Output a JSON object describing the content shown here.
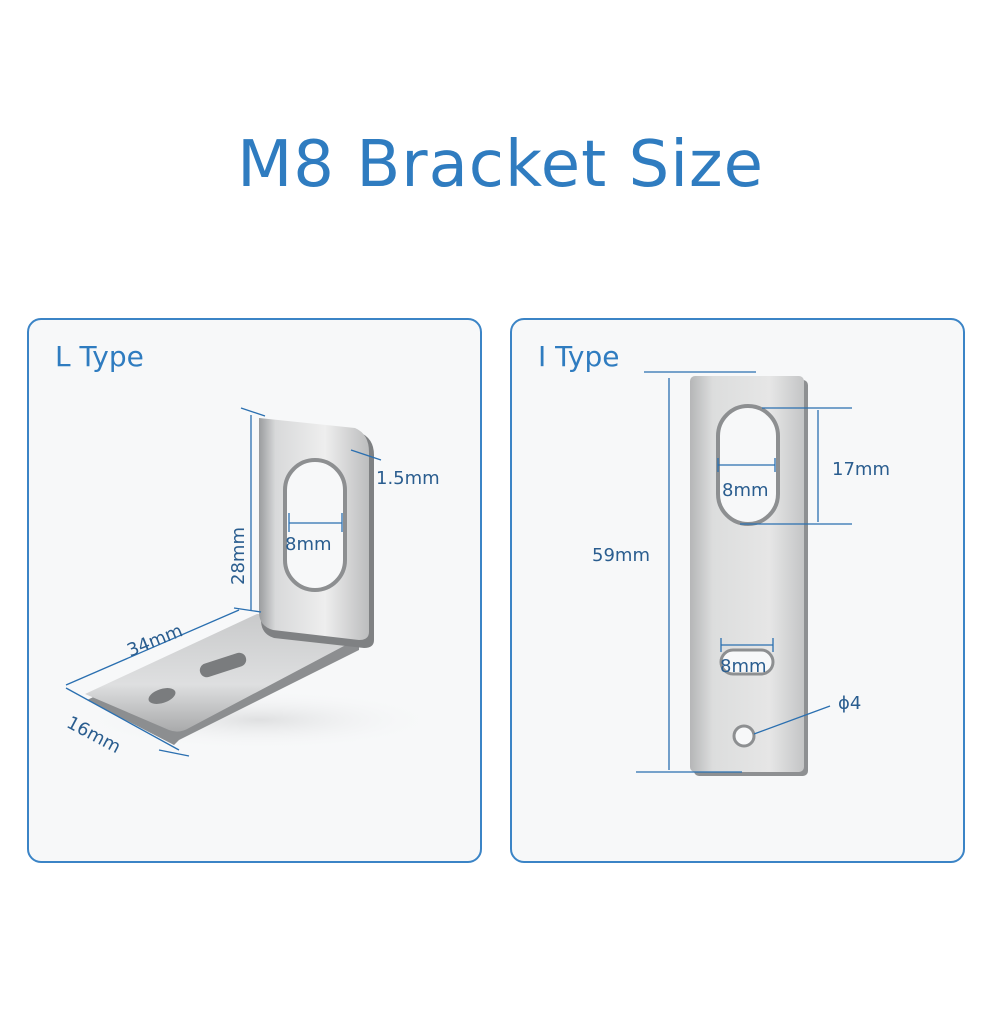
{
  "title": "M8 Bracket Size",
  "colors": {
    "accent": "#2f7cc0",
    "border": "#3b84c6",
    "dimension": "#2a5d8f"
  },
  "l_type": {
    "label": "L Type",
    "dims": {
      "thickness": "1.5mm",
      "height": "28mm",
      "slot_width": "8mm",
      "length": "34mm",
      "width": "16mm"
    }
  },
  "i_type": {
    "label": "I Type",
    "dims": {
      "slot_length": "17mm",
      "slot_width_top": "8mm",
      "total_length": "59mm",
      "slot_width_bottom": "8mm",
      "hole": "ϕ4"
    }
  }
}
